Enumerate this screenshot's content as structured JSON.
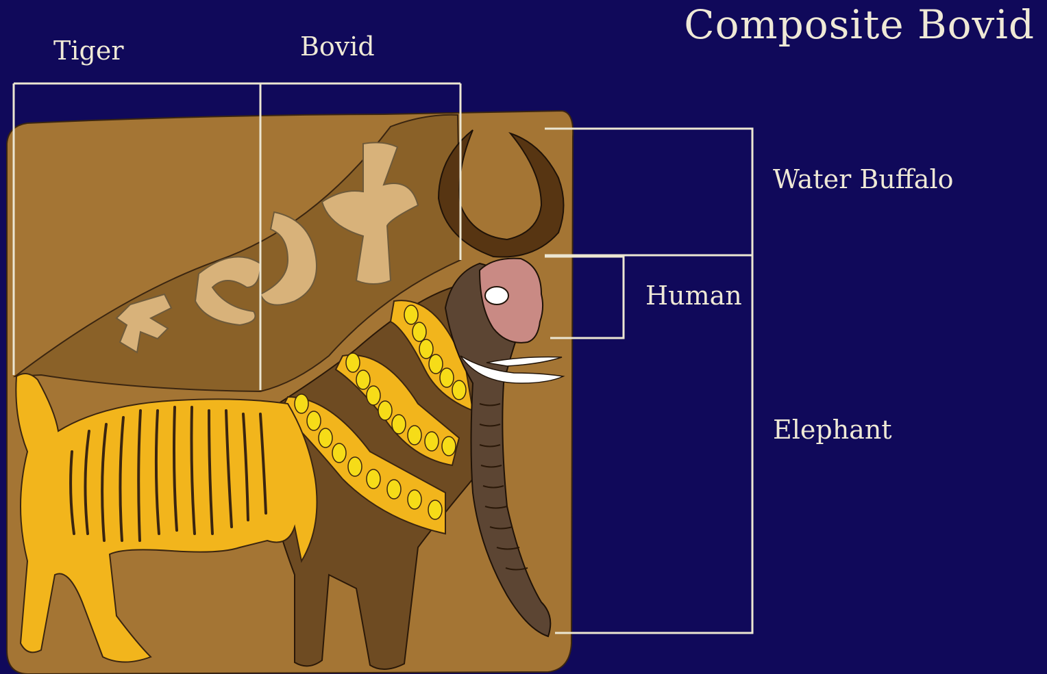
{
  "title": "Composite Bovid",
  "labels": {
    "tiger": "Tiger",
    "bovid": "Bovid",
    "water_buffalo": "Water Buffalo",
    "human": "Human",
    "elephant": "Elephant"
  },
  "colors": {
    "background": "#10095a",
    "seal_ground": "#a47534",
    "bracket_lines": "#ece6d2",
    "tiger_body": "#f2b51c",
    "bovid_body": "#6e4b22",
    "garland": "#f6dc18",
    "horns": "#573512",
    "trunk": "#5c4533",
    "face": "#c98a84",
    "tusks": "#ffffff",
    "motif": "#d8b27a"
  }
}
